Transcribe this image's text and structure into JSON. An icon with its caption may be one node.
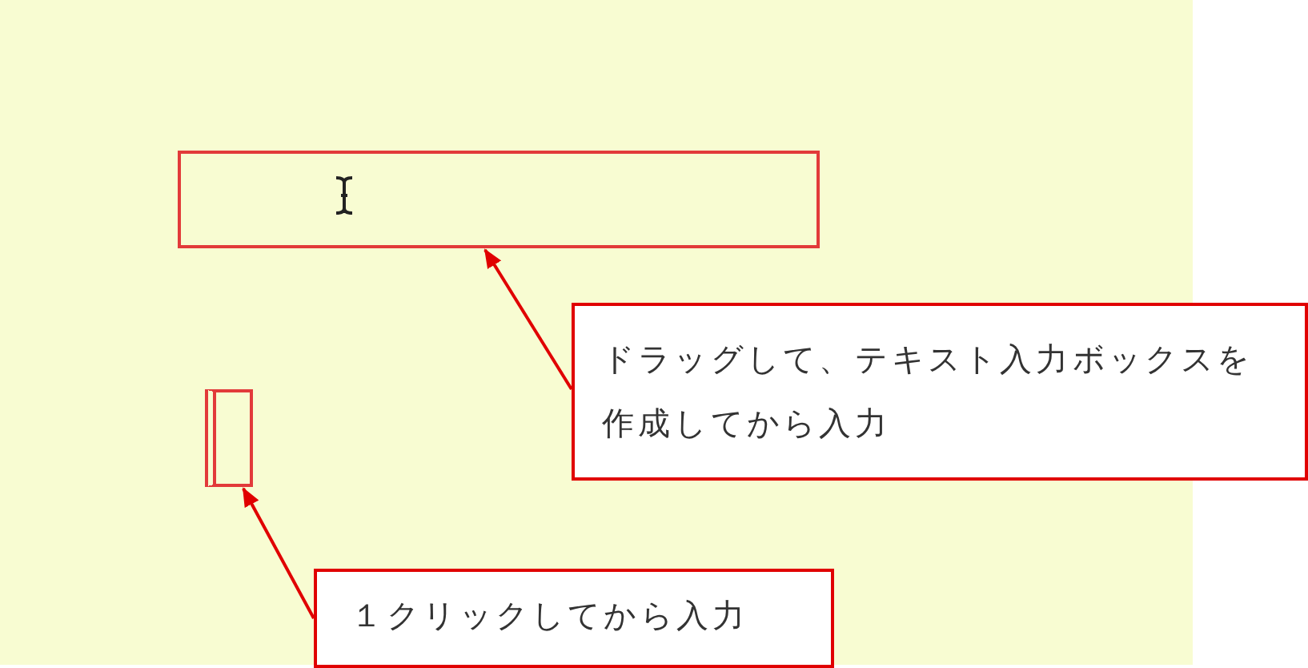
{
  "diagram": {
    "nodes": [
      {
        "text": [],
        "shape": "box"
      },
      {
        "text": [],
        "shape": "box"
      },
      {
        "text": [
          "ドラッグして、テキスト入力ボックスを作成してから入力"
        ]
      },
      {
        "text": [
          "１クリックしてから入力"
        ]
      }
    ],
    "edges": [
      {
        "from": 2,
        "to": 0,
        "arrow": "to"
      },
      {
        "from": 3,
        "to": 1,
        "arrow": "to"
      }
    ]
  }
}
